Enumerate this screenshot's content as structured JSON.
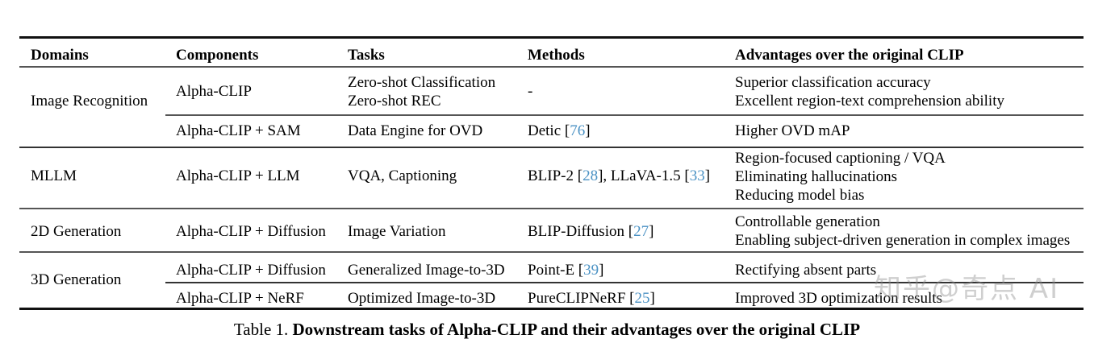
{
  "table": {
    "headers": [
      "Domains",
      "Components",
      "Tasks",
      "Methods",
      "Advantages over the original CLIP"
    ],
    "rows": [
      {
        "domain": "Image Recognition",
        "subrows": [
          {
            "components": "Alpha-CLIP",
            "tasks_lines": [
              "Zero-shot Classification",
              "Zero-shot REC"
            ],
            "methods_prefix": "-",
            "methods_cites": [],
            "advantages_lines": [
              "Superior classification accuracy",
              "Excellent region-text comprehension ability"
            ]
          },
          {
            "components": "Alpha-CLIP + SAM",
            "tasks_lines": [
              "Data Engine for OVD"
            ],
            "methods_prefix": "Detic [",
            "methods_cite": "76",
            "methods_suffix": "]",
            "advantages_lines": [
              "Higher OVD mAP"
            ]
          }
        ]
      },
      {
        "domain": "MLLM",
        "subrows": [
          {
            "components": "Alpha-CLIP + LLM",
            "tasks_lines": [
              "VQA, Captioning"
            ],
            "methods_a": "BLIP-2 [",
            "methods_cite_a": "28",
            "methods_b": "], LLaVA-1.5 [",
            "methods_cite_b": "33",
            "methods_c": "]",
            "advantages_lines": [
              "Region-focused captioning / VQA",
              "Eliminating hallucinations",
              "Reducing model bias"
            ]
          }
        ]
      },
      {
        "domain": "2D Generation",
        "subrows": [
          {
            "components": "Alpha-CLIP + Diffusion",
            "tasks_lines": [
              "Image Variation"
            ],
            "methods_prefix": "BLIP-Diffusion [",
            "methods_cite": "27",
            "methods_suffix": "]",
            "advantages_lines": [
              "Controllable generation",
              "Enabling subject-driven generation in complex images"
            ]
          }
        ]
      },
      {
        "domain": "3D Generation",
        "subrows": [
          {
            "components": "Alpha-CLIP + Diffusion",
            "tasks_lines": [
              "Generalized Image-to-3D"
            ],
            "methods_prefix": "Point-E [",
            "methods_cite": "39",
            "methods_suffix": "]",
            "advantages_lines": [
              "Rectifying absent parts"
            ]
          },
          {
            "components": "Alpha-CLIP + NeRF",
            "tasks_lines": [
              "Optimized Image-to-3D"
            ],
            "methods_prefix": "PureCLIPNeRF [",
            "methods_cite": "25",
            "methods_suffix": "]",
            "advantages_lines": [
              "Improved 3D optimization results"
            ]
          }
        ]
      }
    ]
  },
  "caption": {
    "label": "Table 1.",
    "text": "Downstream tasks of Alpha-CLIP and their advantages over the original CLIP"
  },
  "watermark": {
    "text": "知乎@奇点 AI"
  },
  "colors": {
    "citation_blue": "#4b92c4",
    "rule_dark": "#111111",
    "rule_mid": "#555555",
    "text": "#000000"
  }
}
